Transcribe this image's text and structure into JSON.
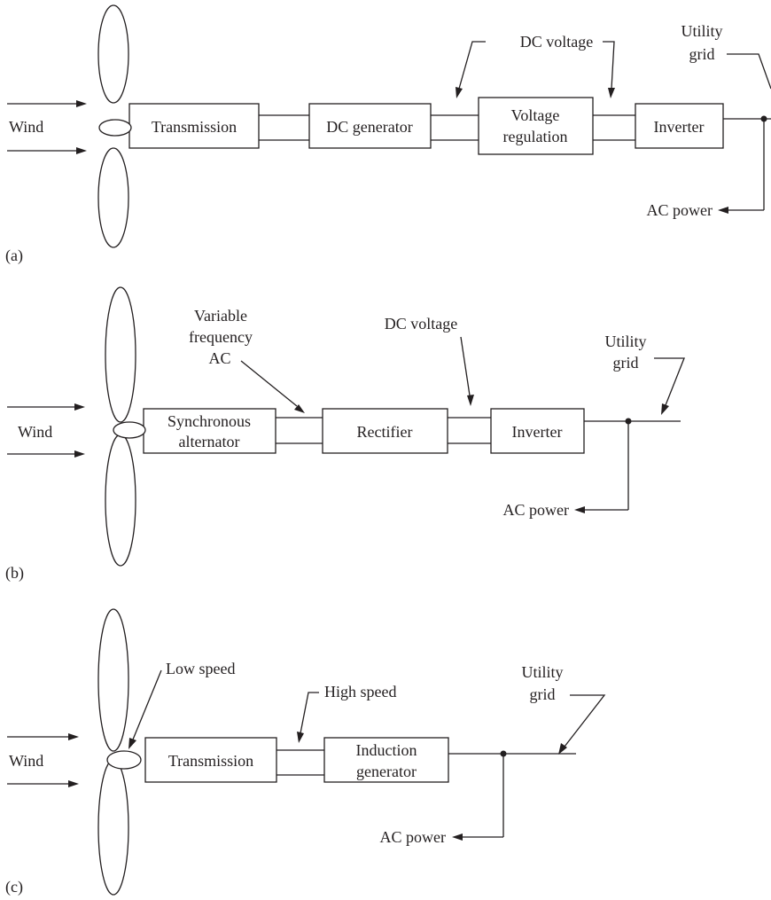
{
  "colors": {
    "ink": "#231f20",
    "background": "#ffffff"
  },
  "panel_a": {
    "tag": "(a)",
    "wind": "Wind",
    "transmission": "Transmission",
    "dc_generator": "DC generator",
    "voltage_regulation": [
      "Voltage",
      "regulation"
    ],
    "inverter": "Inverter",
    "dc_voltage": "DC voltage",
    "utility_grid": [
      "Utility",
      "grid"
    ],
    "ac_power": "AC power"
  },
  "panel_b": {
    "tag": "(b)",
    "wind": "Wind",
    "synchronous_alternator": [
      "Synchronous",
      "alternator"
    ],
    "rectifier": "Rectifier",
    "inverter": "Inverter",
    "variable_frequency_ac": [
      "Variable",
      "frequency",
      "AC"
    ],
    "dc_voltage": "DC voltage",
    "utility_grid": [
      "Utility",
      "grid"
    ],
    "ac_power": "AC power"
  },
  "panel_c": {
    "tag": "(c)",
    "wind": "Wind",
    "low_speed": "Low speed",
    "high_speed": "High speed",
    "transmission": "Transmission",
    "induction_generator": [
      "Induction",
      "generator"
    ],
    "utility_grid": [
      "Utility",
      "grid"
    ],
    "ac_power": "AC power"
  }
}
